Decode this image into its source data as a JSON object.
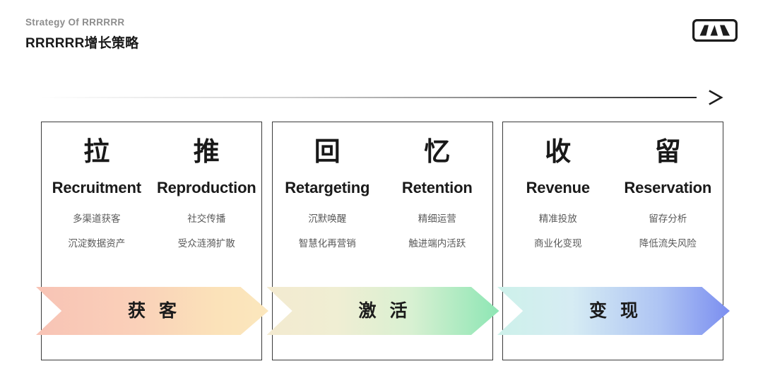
{
  "header": {
    "eyebrow": "Strategy Of RRRRRR",
    "headline": "RRRRRR增长策略",
    "logo_name": "mountain-logo"
  },
  "arrow": {
    "name": "progress-arrow",
    "direction": "right"
  },
  "colors": {
    "border": "#3a3a3a",
    "eyebrow_text": "#8d8d8d",
    "headline_text": "#1a1a1a",
    "sub_text": "#5a5a5a",
    "ribbon_1_start": "#f8c3b5",
    "ribbon_1_end": "#fbe7bd",
    "ribbon_2_start": "#f3ead0",
    "ribbon_2_end": "#8de6b4",
    "ribbon_3_start": "#cdf1ea",
    "ribbon_3_end": "#7b8ef0"
  },
  "cards": [
    {
      "id": "acquisition",
      "columns": [
        {
          "glyph": "拉",
          "en_title": "Recruitment",
          "points": [
            "多渠道获客",
            "沉淀数据资产"
          ]
        },
        {
          "glyph": "推",
          "en_title": "Reproduction",
          "points": [
            "社交传播",
            "受众涟漪扩散"
          ]
        }
      ],
      "ribbon": "获 客"
    },
    {
      "id": "activation",
      "columns": [
        {
          "glyph": "回",
          "en_title": "Retargeting",
          "points": [
            "沉默唤醒",
            "智慧化再营销"
          ]
        },
        {
          "glyph": "忆",
          "en_title": "Retention",
          "points": [
            "精细运营",
            "触进端内活跃"
          ]
        }
      ],
      "ribbon": "激 活"
    },
    {
      "id": "monetization",
      "columns": [
        {
          "glyph": "收",
          "en_title": "Revenue",
          "points": [
            "精准投放",
            "商业化变现"
          ]
        },
        {
          "glyph": "留",
          "en_title": "Reservation",
          "points": [
            "留存分析",
            "降低流失风险"
          ]
        }
      ],
      "ribbon": "变 现"
    }
  ]
}
